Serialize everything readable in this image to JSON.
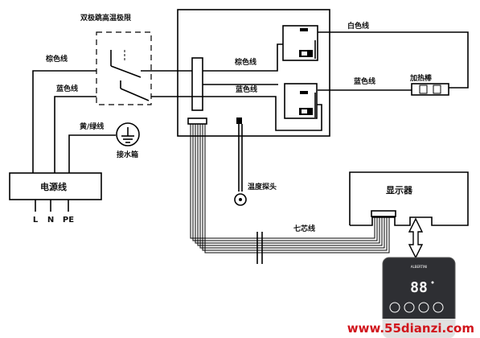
{
  "labels": {
    "thermal_cutoff": "双极跳高温极限",
    "brown_wire_left": "棕色线",
    "blue_wire_left": "蓝色线",
    "yellow_green_wire": "黄/绿线",
    "water_tank": "接水箱",
    "power_cord": "电源线",
    "brown_wire_right": "棕色线",
    "blue_wire_right": "蓝色线",
    "white_wire": "白色线",
    "blue_wire_heater": "蓝色线",
    "heater": "加热棒",
    "temp_probe": "温度探头",
    "seven_core_wire": "七芯线",
    "display": "显示器"
  },
  "terminals": {
    "l": "L",
    "n": "N",
    "pe": "PE"
  },
  "panel": {
    "readout": "88",
    "brand": "ALBERTINI"
  },
  "watermark": "www.55dianzi.com"
}
